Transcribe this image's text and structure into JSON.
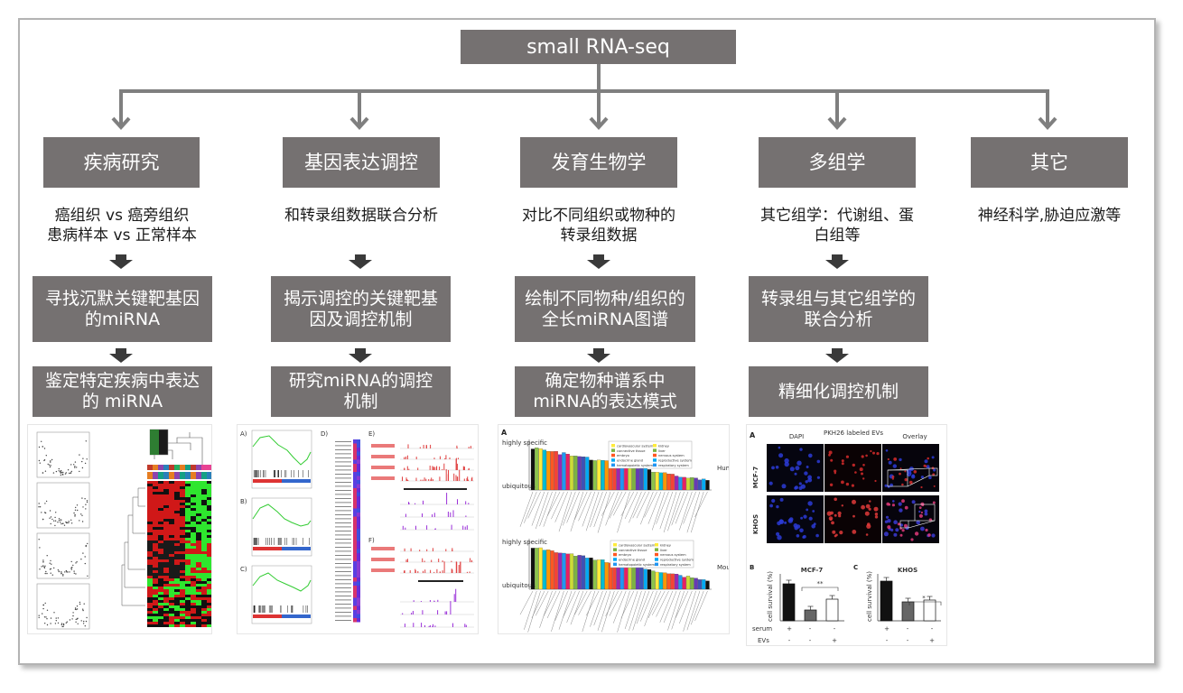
{
  "root": "small RNA-seq",
  "branches": [
    {
      "title": "疾病研究",
      "desc": [
        "癌组织 vs 癌旁组织",
        "患病样本 vs 正常样本"
      ],
      "step1": [
        "寻找沉默关键靶基因",
        "的miRNA"
      ],
      "step2": [
        "鉴定特定疾病中表达",
        "的 miRNA"
      ]
    },
    {
      "title": "基因表达调控",
      "desc": [
        "和转录组数据联合分析"
      ],
      "step1": [
        "揭示调控的关键靶基",
        "因及调控机制"
      ],
      "step2": [
        "研究miRNA的调控",
        "机制"
      ]
    },
    {
      "title": "发育生物学",
      "desc": [
        "对比不同组织或物种的",
        "转录组数据"
      ],
      "step1": [
        "绘制不同物种/组织的",
        "全长miRNA图谱"
      ],
      "step2": [
        "确定物种谱系中",
        "miRNA的表达模式"
      ]
    },
    {
      "title": "多组学",
      "desc": [
        "其它组学：代谢组、蛋",
        "白组等"
      ],
      "step1": [
        "转录组与其它组学的",
        "联合分析"
      ],
      "step2": [
        "精细化调控机制"
      ]
    },
    {
      "title": "其它",
      "desc": [
        "神经科学,胁迫应激等"
      ]
    }
  ],
  "colors": {
    "box": "#757171",
    "connector": "#7f7f7f",
    "frame": "#b3b3b3"
  },
  "figures": {
    "dev": {
      "panel_a": "A",
      "y_top": "highly specific",
      "y_bottom": "ubiquitous",
      "species_1": "Hum",
      "species_2": "Mou",
      "legend": [
        "cardiovascular system",
        "connective tissue",
        "embryo",
        "endocrine gland",
        "hematopoietic system",
        "kidney",
        "liver",
        "nervous system",
        "reproductive system",
        "respiratory system"
      ]
    },
    "multi": {
      "panel_a": "A",
      "col_dapi": "DAPI",
      "col_pkh": "PKH26 labeled EVs",
      "col_overlay": "Overlay",
      "row_1": "MCF-7",
      "row_2": "KHOS",
      "panel_b": "B",
      "panel_c": "C",
      "chart_b_title": "MCF-7",
      "chart_c_title": "KHOS",
      "ylabel": "cell survival (%)",
      "row_serum": "serum",
      "row_evs": "EVs",
      "sig_b": "**",
      "sig_c": "*"
    },
    "gene": {
      "panels": [
        "A)",
        "B)",
        "C)",
        "D)",
        "E)",
        "F)"
      ]
    }
  }
}
